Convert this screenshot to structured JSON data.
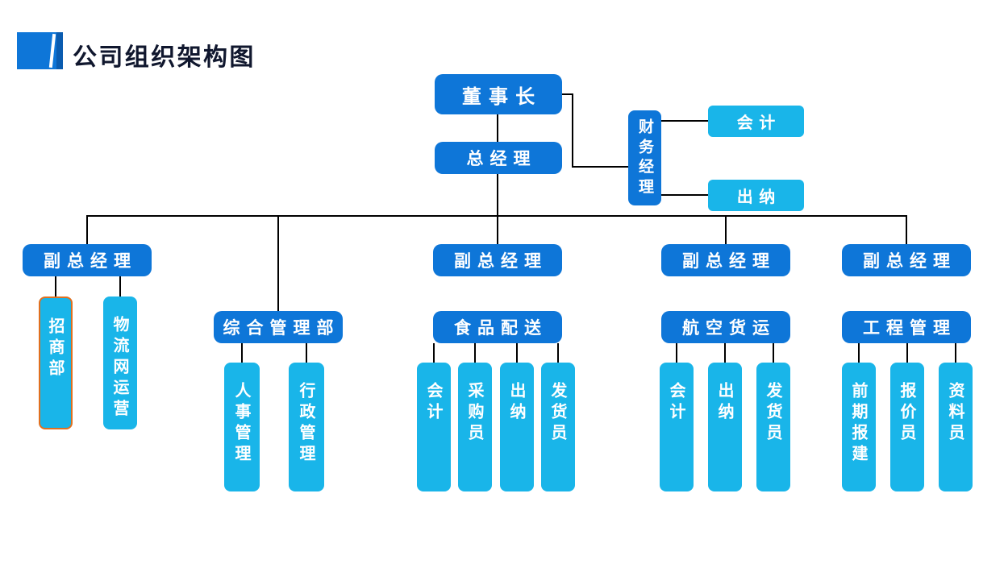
{
  "title": {
    "text": "公司组织架构图"
  },
  "colors": {
    "primary": "#0e76d8",
    "secondary": "#19b5e9",
    "line": "#000000",
    "title_text": "#10172e",
    "accent": "#e07020",
    "background": "#ffffff"
  },
  "nodes": {
    "chairman": "董事长",
    "gm": "总经理",
    "finance_mgr": "财务经理",
    "accountant_top": "会计",
    "cashier_top": "出纳",
    "vp1": "副总经理",
    "vp2": "副总经理",
    "vp3": "副总经理",
    "vp4": "副总经理",
    "dept_admin": "综合管理部",
    "dept_food": "食品配送",
    "dept_air": "航空货运",
    "dept_eng": "工程管理",
    "merchants": "招商部",
    "logistics": "物流网运营",
    "hr": "人事管理",
    "admin_mgmt": "行政管理",
    "food_accountant": "会计",
    "food_buyer": "采购员",
    "food_cashier": "出纳",
    "food_shipper": "发货员",
    "air_accountant": "会计",
    "air_cashier": "出纳",
    "air_shipper": "发货员",
    "eng_prebuild": "前期报建",
    "eng_quoter": "报价员",
    "eng_archivist": "资料员"
  }
}
